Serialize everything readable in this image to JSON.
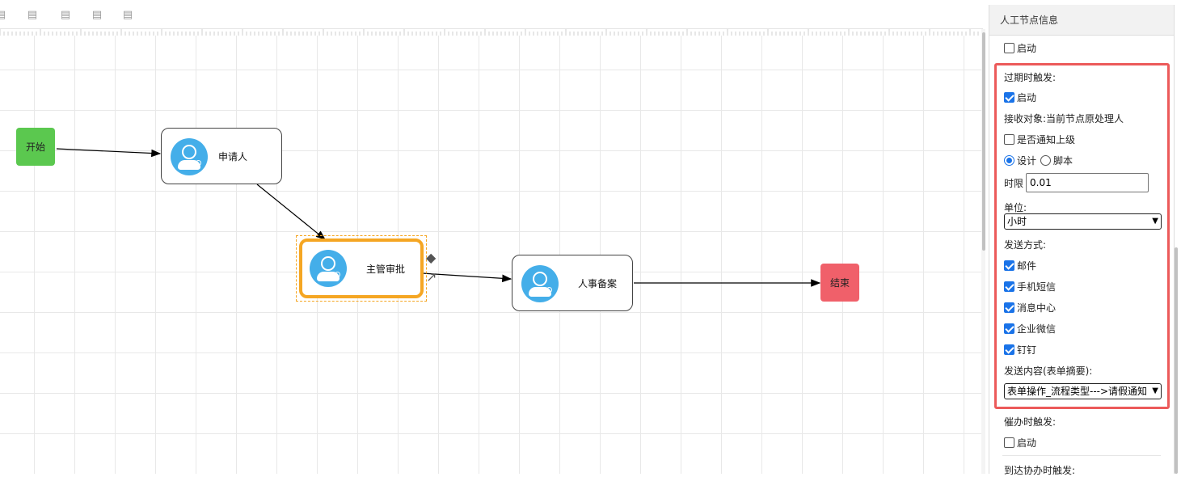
{
  "panel": {
    "title": "人工节点信息",
    "top_enable_label": "启动",
    "expire": {
      "title": "过期时触发:",
      "enable_label": "启动",
      "receiver": "接收对象:当前节点原处理人",
      "notify_superior_label": "是否通知上级",
      "mode_design_label": "设计",
      "mode_script_label": "脚本",
      "time_limit_label": "时限",
      "time_limit_value": "0.01",
      "unit_label": "单位:",
      "unit_value": "小时",
      "send_method_label": "发送方式:",
      "methods": [
        "邮件",
        "手机短信",
        "消息中心",
        "企业微信",
        "钉钉"
      ],
      "content_label": "发送内容(表单摘要):",
      "content_value": "表单操作_流程类型--->请假通知"
    },
    "urge": {
      "title": "催办时触发:",
      "enable_label": "启动"
    },
    "assist_title": "到达协办时触发:"
  },
  "flow": {
    "start_label": "开始",
    "end_label": "结束",
    "nodes": [
      "申请人",
      "主管审批",
      "人事备案"
    ]
  }
}
